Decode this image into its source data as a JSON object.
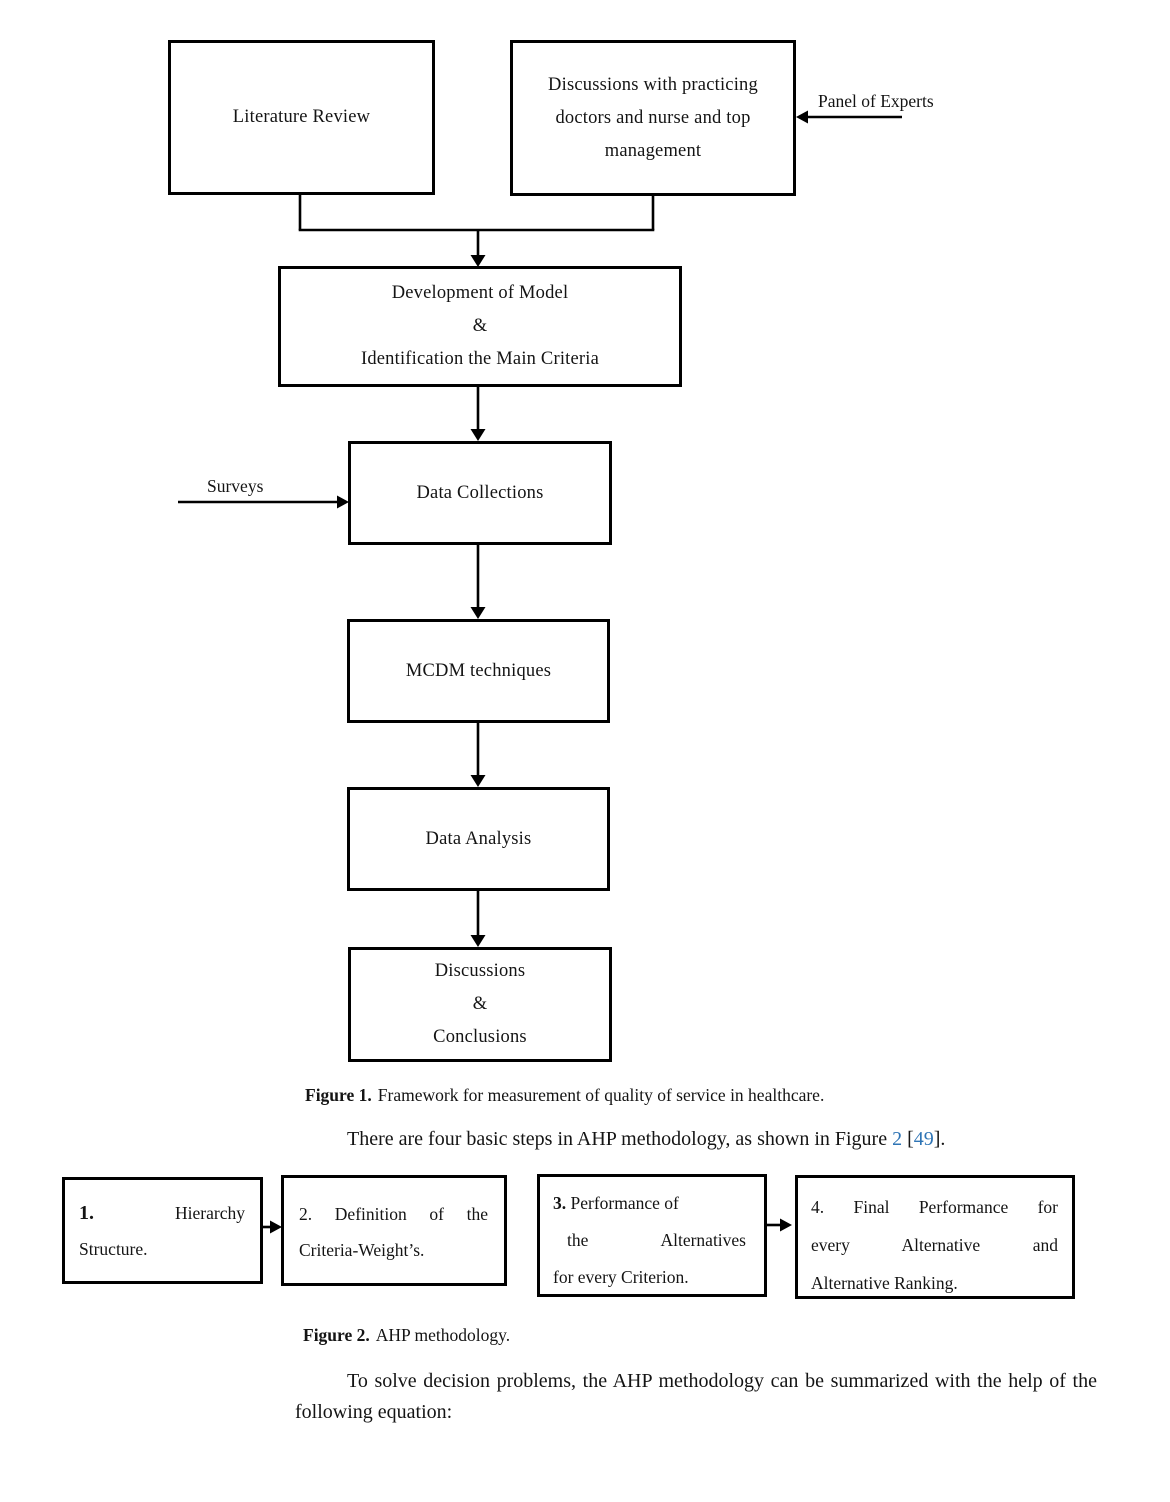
{
  "colors": {
    "link": "#2E74B5",
    "line": "#000000",
    "text": "#141414"
  },
  "figure1": {
    "literature_box": {
      "label": "Literature Review"
    },
    "discussions_box": {
      "lines": [
        "Discussions with practicing",
        "doctors and nurse and top",
        "management"
      ]
    },
    "panel_label": "Panel of Experts",
    "development_box": {
      "lines": [
        "Development of Model",
        "&",
        "Identification the Main Criteria"
      ]
    },
    "surveys_label": "Surveys",
    "data_collections_box": {
      "label": "Data Collections"
    },
    "mcdm_box": {
      "label": "MCDM techniques"
    },
    "data_analysis_box": {
      "label": "Data Analysis"
    },
    "conclusions_box": {
      "lines": [
        "Discussions",
        "&",
        "Conclusions"
      ]
    },
    "caption": {
      "label": "Figure 1.",
      "text": "Framework for measurement of quality of service in healthcare."
    }
  },
  "paragraph_ahp": {
    "text_before_link1": "There are four basic steps in AHP methodology, as shown in Figure ",
    "link1": "2",
    "between_links": " [",
    "link2": "49",
    "text_after_link2": "]."
  },
  "figure2": {
    "box1": {
      "num": "1.",
      "line1_rest": "Hierarchy",
      "line2": "Structure."
    },
    "box2": {
      "line1": "2. Definition of the",
      "line2": "Criteria-Weight’s."
    },
    "box3": {
      "num": "3.",
      "line1_rest": "Performance of",
      "line2_w1": "the",
      "line2_w2": "Alternatives",
      "line3": "for every Criterion."
    },
    "box4": {
      "line1": "4. Final Performance for",
      "line2": "every Alternative and",
      "line3": "Alternative Ranking."
    },
    "caption": {
      "label": "Figure 2.",
      "text": "AHP methodology."
    }
  },
  "paragraph_solve": {
    "text": "To solve decision problems, the AHP methodology can be summarized with the help of the following equation:"
  }
}
